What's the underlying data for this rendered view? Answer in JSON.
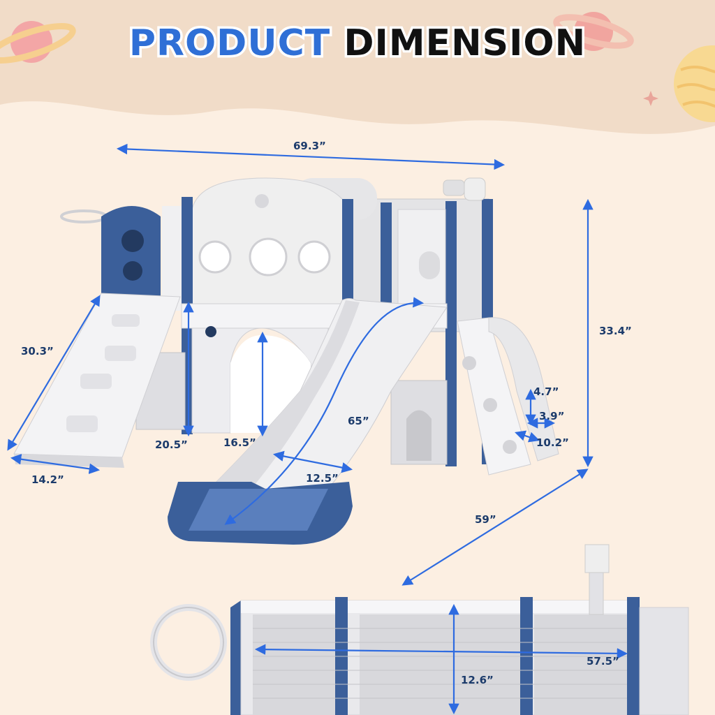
{
  "title": {
    "word1": "PRODUCT",
    "word2": "DIMENSION"
  },
  "colors": {
    "accent_blue": "#2f6fd6",
    "arrow_blue": "#2e6be0",
    "product_navy": "#3b5f9a",
    "product_white": "#f1f1f1",
    "background": "#fcefe2"
  },
  "dimensions": {
    "width_total": "69.3”",
    "height_total": "33.4”",
    "depth_total": "59”",
    "ramp_length": "30.3”",
    "ramp_width": "14.2”",
    "tunnel_width": "20.5”",
    "tunnel_height": "16.5”",
    "slide_length": "65”",
    "slide_width": "12.5”",
    "step_height": "4.7”",
    "step_depth": "3.9”",
    "step_width": "10.2”",
    "inner_length": "57.5”",
    "inner_width": "12.6”"
  }
}
